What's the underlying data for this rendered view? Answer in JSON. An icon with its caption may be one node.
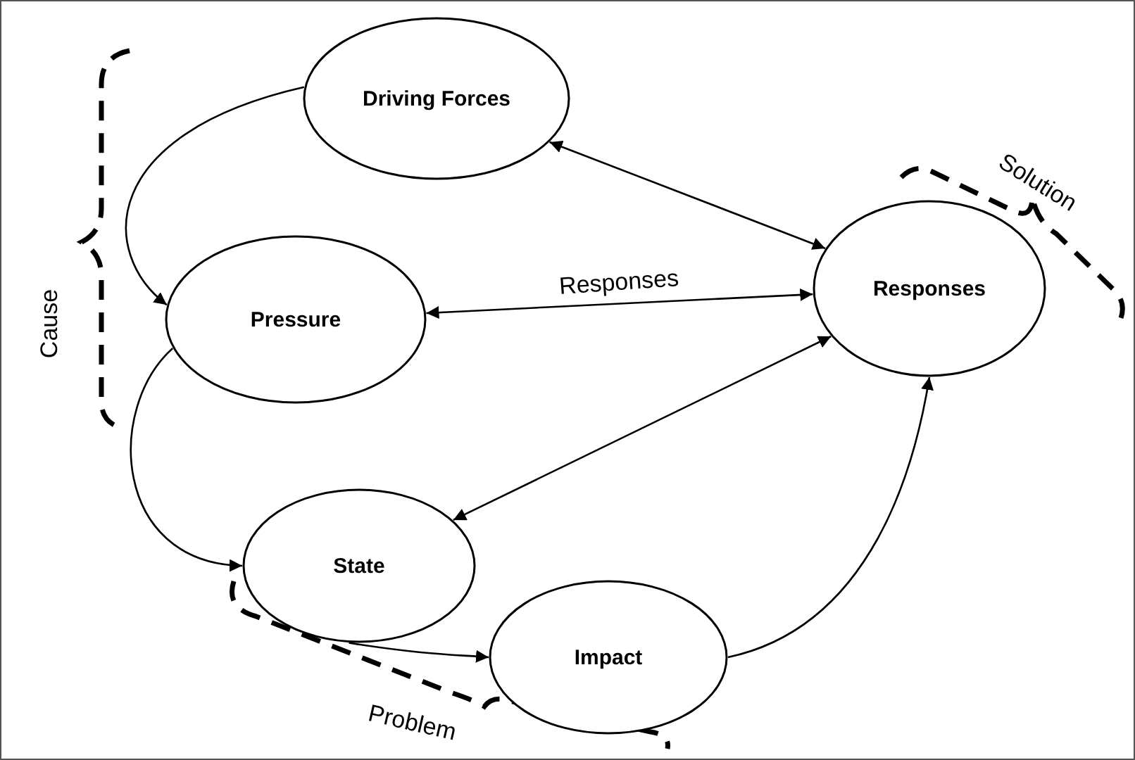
{
  "diagram": {
    "nodes": [
      {
        "text": [
          "Driving Forces"
        ]
      },
      {
        "text": [
          "Pressure"
        ]
      },
      {
        "text": [
          "Responses"
        ]
      },
      {
        "text": [
          "State"
        ]
      },
      {
        "text": [
          "Impact"
        ]
      }
    ],
    "edges": [
      {
        "from": 0,
        "to": 1,
        "arrow": "to"
      },
      {
        "from": 0,
        "to": 2,
        "arrow": "both"
      },
      {
        "from": 1,
        "to": 2,
        "arrow": "both",
        "label": "Responses"
      },
      {
        "from": 1,
        "to": 3,
        "arrow": "to"
      },
      {
        "from": 3,
        "to": 2,
        "arrow": "both"
      },
      {
        "from": 3,
        "to": 4,
        "arrow": "to"
      },
      {
        "from": 4,
        "to": 2,
        "arrow": "to"
      }
    ],
    "labels": [
      "Cause",
      "Solution",
      "Problem"
    ]
  }
}
